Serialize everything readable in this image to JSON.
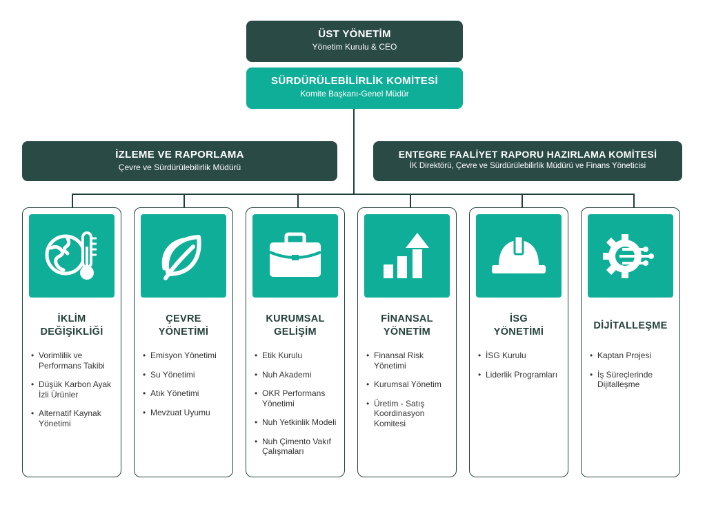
{
  "top": {
    "title": "ÜST YÖNETİM",
    "subtitle": "Yönetim Kurulu & CEO"
  },
  "committee": {
    "title": "SÜRDÜRÜLEBİLİRLİK KOMİTESİ",
    "subtitle": "Komite Başkanı-Genel Müdür"
  },
  "monitoring": {
    "title": "İZLEME VE RAPORLAMA",
    "subtitle": "Çevre ve Sürdürülebilirlik Müdürü"
  },
  "integrated": {
    "title": "ENTEGRE FAALİYET RAPORU HAZIRLAMA KOMİTESİ",
    "subtitle": "İK Direktörü, Çevre ve Sürdürülebilirlik Müdürü ve Finans Yöneticisi"
  },
  "colors": {
    "dark": "#2a4a45",
    "teal": "#0fae98"
  },
  "cards": [
    {
      "icon": "climate-thermometer-icon",
      "title_line1": "İKLİM",
      "title_line2": "DEĞİŞİKLİĞİ",
      "items": [
        "Vorimlilik ve Performans Takibi",
        "Düşük Karbon Ayak İzli Ürünler",
        "Alternatif Kaynak Yönetimi"
      ]
    },
    {
      "icon": "leaf-icon",
      "title_line1": "ÇEVRE",
      "title_line2": "YÖNETİMİ",
      "items": [
        "Emisyon Yönetimi",
        "Su Yönetimi",
        "Atık Yönetimi",
        "Mevzuat Uyumu"
      ]
    },
    {
      "icon": "briefcase-icon",
      "title_line1": "KURUMSAL",
      "title_line2": "GELİŞİM",
      "items": [
        "Etik Kurulu",
        "Nuh Akademi",
        "OKR Performans Yönetimi",
        "Nuh Yetkinlik Modeli",
        "Nuh Çimento Vakıf Çalışmaları"
      ]
    },
    {
      "icon": "bar-chart-arrow-icon",
      "title_line1": "FİNANSAL",
      "title_line2": "YÖNETİM",
      "items": [
        "Finansal Risk Yönetimi",
        "Kurumsal Yönetim",
        "Üretim - Satış Koordinasyon Komitesi"
      ]
    },
    {
      "icon": "hard-hat-icon",
      "title_line1": "İSG",
      "title_line2": "YÖNETİMİ",
      "items": [
        "İSG Kurulu",
        "Liderlik Programları"
      ]
    },
    {
      "icon": "digital-gear-icon",
      "title_line1": "DİJİTALLEŞME",
      "title_line2": "",
      "items": [
        "Kaptan Projesi",
        "İş Süreçlerinde Dijitalleşme"
      ]
    }
  ]
}
